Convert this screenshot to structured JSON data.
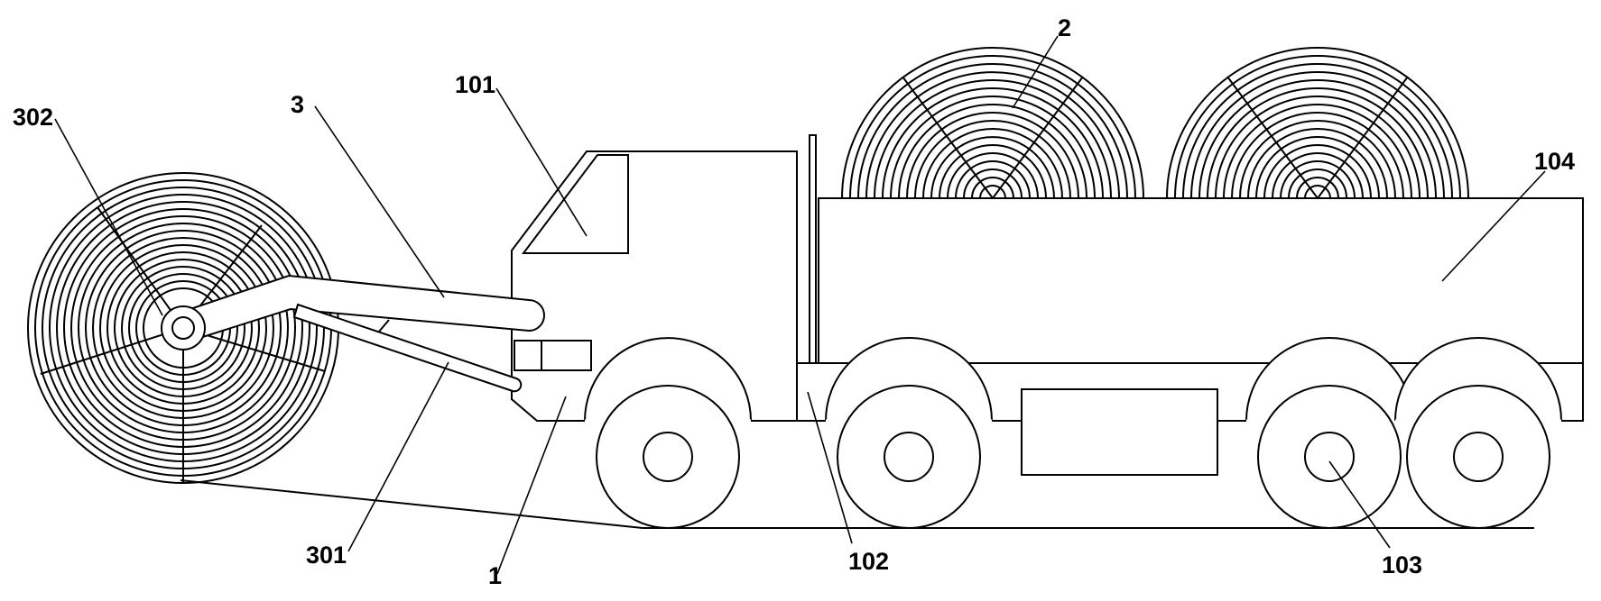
{
  "labels": {
    "l302": "302",
    "l3": "3",
    "l101": "101",
    "l2": "2",
    "l104": "104",
    "l301": "301",
    "l1": "1",
    "l102": "102",
    "l103": "103"
  }
}
